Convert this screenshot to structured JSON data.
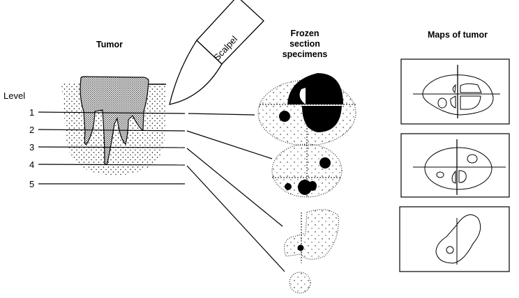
{
  "titles": {
    "tumor": "Tumor",
    "scalpel": "Scalpel",
    "frozen_line1": "Frozen",
    "frozen_line2": "section",
    "frozen_line3": "specimens",
    "maps": "Maps of tumor"
  },
  "levels": {
    "label": "Level",
    "items": [
      "1",
      "2",
      "3",
      "4",
      "5"
    ]
  },
  "colors": {
    "ink": "#000000",
    "tumor_fill": "#9a9a9a"
  }
}
